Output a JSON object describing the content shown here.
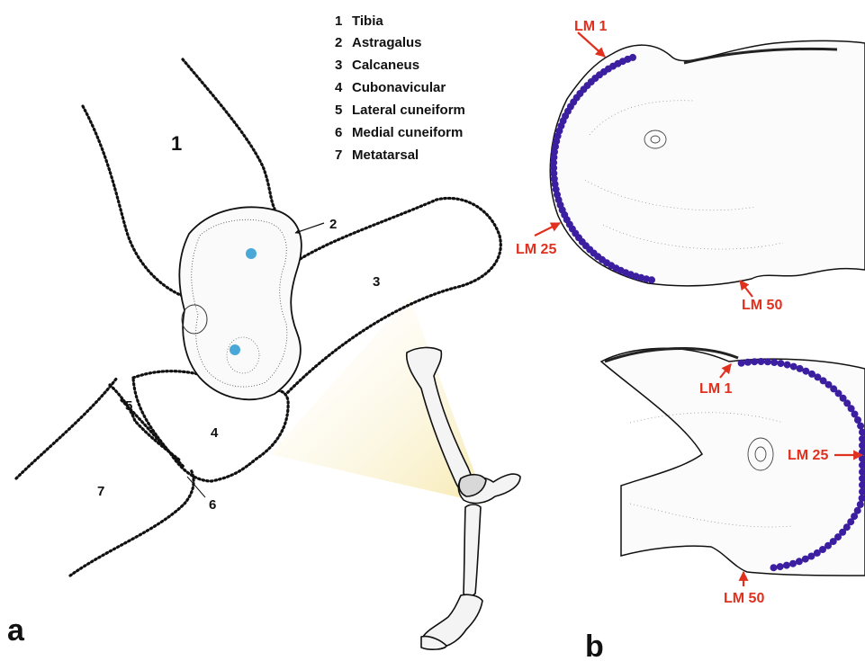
{
  "legend": {
    "items": [
      {
        "num": "1",
        "name": "Tibia"
      },
      {
        "num": "2",
        "name": "Astragalus"
      },
      {
        "num": "3",
        "name": "Calcaneus"
      },
      {
        "num": "4",
        "name": "Cubonavicular"
      },
      {
        "num": "5",
        "name": "Lateral cuneiform"
      },
      {
        "num": "6",
        "name": "Medial cuneiform"
      },
      {
        "num": "7",
        "name": "Metatarsal"
      }
    ]
  },
  "panel_a": {
    "panel_letter": "a",
    "bone_labels": {
      "tibia": "1",
      "astragalus": "2",
      "calcaneus": "3",
      "cubonavicular": "4",
      "lateral_cuneiform": "5",
      "medial_cuneiform": "6",
      "metatarsal": "7"
    }
  },
  "panel_b": {
    "panel_letter": "b",
    "top": {
      "lm_start": "LM 1",
      "lm_mid": "LM 25",
      "lm_end": "LM 50"
    },
    "bottom": {
      "lm_start": "LM 1",
      "lm_mid": "LM 25",
      "lm_end": "LM 50"
    }
  },
  "colors": {
    "outline": "#1a1a1a",
    "landmark_dot": "#3b1fa0",
    "arrow_red": "#e0301e",
    "highlight_dot": "#4aa8d8",
    "cone_fill": "#fbf0c8"
  }
}
